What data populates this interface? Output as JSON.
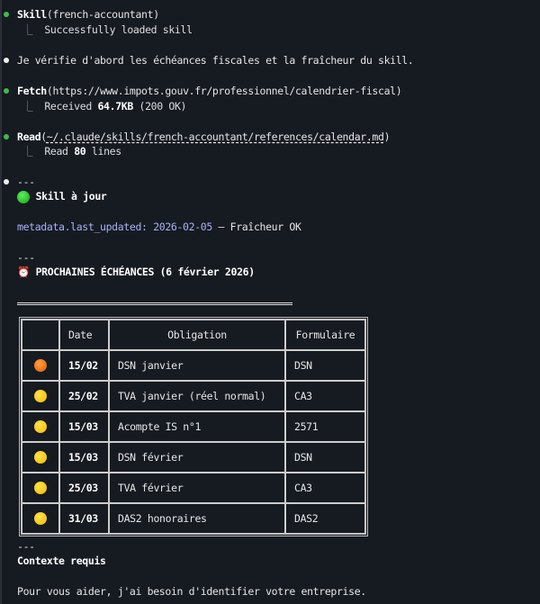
{
  "transcript": {
    "skill_call": {
      "tool": "Skill",
      "arg": "(french-accountant)",
      "result": "Successfully loaded skill"
    },
    "message1": "Je vérifie d'abord les échéances fiscales et la fraîcheur du skill.",
    "fetch_call": {
      "tool": "Fetch",
      "arg": "(https://www.impots.gouv.fr/professionnel/calendrier-fiscal)",
      "result_prefix": "Received ",
      "result_size": "64.7KB",
      "result_suffix": " (200 OK)"
    },
    "read_call": {
      "tool": "Read",
      "open": "(",
      "path": "~/.claude/skills/french-accountant/references/calendar.md",
      "close": ")",
      "result_prefix": "Read ",
      "result_count": "80",
      "result_suffix": " lines"
    },
    "separator": "---",
    "skill_status": "Skill à jour",
    "metadata_key": "metadata.last_updated: 2026-02-05",
    "metadata_rest": " — Fraîcheur OK",
    "deadlines_title": "PROCHAINES ÉCHÉANCES (6 février 2026)",
    "table": {
      "headers": [
        "",
        "Date",
        "Obligation",
        "Formulaire"
      ],
      "rows": [
        {
          "status": "orange",
          "date": "15/02",
          "obligation": "DSN janvier",
          "form": "DSN"
        },
        {
          "status": "yellow",
          "date": "25/02",
          "obligation": "TVA janvier (réel normal)",
          "form": "CA3"
        },
        {
          "status": "yellow",
          "date": "15/03",
          "obligation": "Acompte IS n°1",
          "form": "2571"
        },
        {
          "status": "yellow",
          "date": "15/03",
          "obligation": "DSN février",
          "form": "DSN"
        },
        {
          "status": "yellow",
          "date": "25/03",
          "obligation": "TVA février",
          "form": "CA3"
        },
        {
          "status": "yellow",
          "date": "31/03",
          "obligation": "DAS2 honoraires",
          "form": "DAS2"
        }
      ]
    },
    "context_title": "Contexte requis",
    "message2": "Pour vous aider, j'ai besoin d'identifier votre entreprise."
  },
  "colors": {
    "success_dot": "#3fb950",
    "link": "#a7b4f5",
    "background": "#161a21"
  }
}
